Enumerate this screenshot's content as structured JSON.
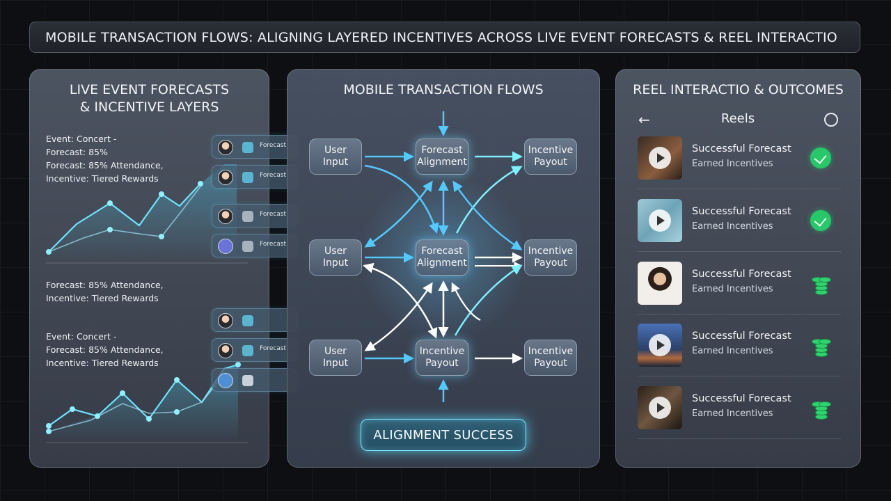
{
  "title": "MOBILE TRANSACTION FLOWS: ALIGNING LAYERED INCENTIVES ACROSS LIVE EVENT FORECASTS & REEL INTERACTIO",
  "colors": {
    "accent": "#5fd8ff",
    "success": "#27c76a",
    "panel": "#4f5868"
  },
  "left": {
    "title_line1": "LIVE EVENT FORECASTS",
    "title_line2": "& INCENTIVE LAYERS",
    "block1": [
      "Event: Concert -",
      "Forecast: 85%",
      "Forecast: 85% Attendance,",
      "Incentive: Tiered Rewards"
    ],
    "block2": [
      "Forecast: 85% Attendance,",
      "Incentive: Tiered Rewards"
    ],
    "block3": [
      "Event: Concert -",
      "Forecast: 85% Attendance,",
      "Incentive: Tiered Rewards"
    ],
    "chips_top": [
      {
        "icon": "chart-icon",
        "label": "Forecast"
      },
      {
        "icon": "shield-icon",
        "label": "Forecast"
      },
      {
        "icon": "gear-icon",
        "label": "Forecast"
      },
      {
        "icon": "gear-icon",
        "label": "Forecast"
      }
    ],
    "chips_bottom": [
      {
        "icon": "gift-icon",
        "label": ""
      },
      {
        "icon": "gift-icon",
        "label": "Forecast"
      },
      {
        "icon": "heart-icon",
        "label": ""
      }
    ]
  },
  "middle": {
    "title": "MOBILE TRANSACTION FLOWS",
    "rows": [
      {
        "input": [
          "User",
          "Input"
        ],
        "middle": [
          "Forecast",
          "Alignment"
        ],
        "output": [
          "Incentive",
          "Payout"
        ]
      },
      {
        "input": [
          "User",
          "Input"
        ],
        "middle": [
          "Forecast",
          "Alignment"
        ],
        "output": [
          "Incentive",
          "Payout"
        ]
      },
      {
        "input": [
          "User",
          "Input"
        ],
        "middle": [
          "Incentive",
          "Payout"
        ],
        "output": [
          "Incentive",
          "Payout"
        ]
      }
    ],
    "success": "ALIGNMENT SUCCESS"
  },
  "right": {
    "title": "REEL INTERACTIO & OUTCOMES",
    "header": "Reels",
    "reels": [
      {
        "title": "Successful Forecast",
        "subtitle": "Earned Incentives",
        "status_icon": "check-icon",
        "thumb": "#6b4a36"
      },
      {
        "title": "Successful Forecast",
        "subtitle": "Earned Incentives",
        "status_icon": "check-icon",
        "thumb": "#7fb3c4"
      },
      {
        "title": "Successful Forecast",
        "subtitle": "Earned Incentives",
        "status_icon": "coins-icon",
        "thumb": "#e8e4df"
      },
      {
        "title": "Successful Forecast",
        "subtitle": "Earned Incentives",
        "status_icon": "coins-icon",
        "thumb": "#33507e"
      },
      {
        "title": "Successful Forecast",
        "subtitle": "Earned Incentives",
        "status_icon": "coins-icon",
        "thumb": "#4a3a2c"
      }
    ]
  }
}
